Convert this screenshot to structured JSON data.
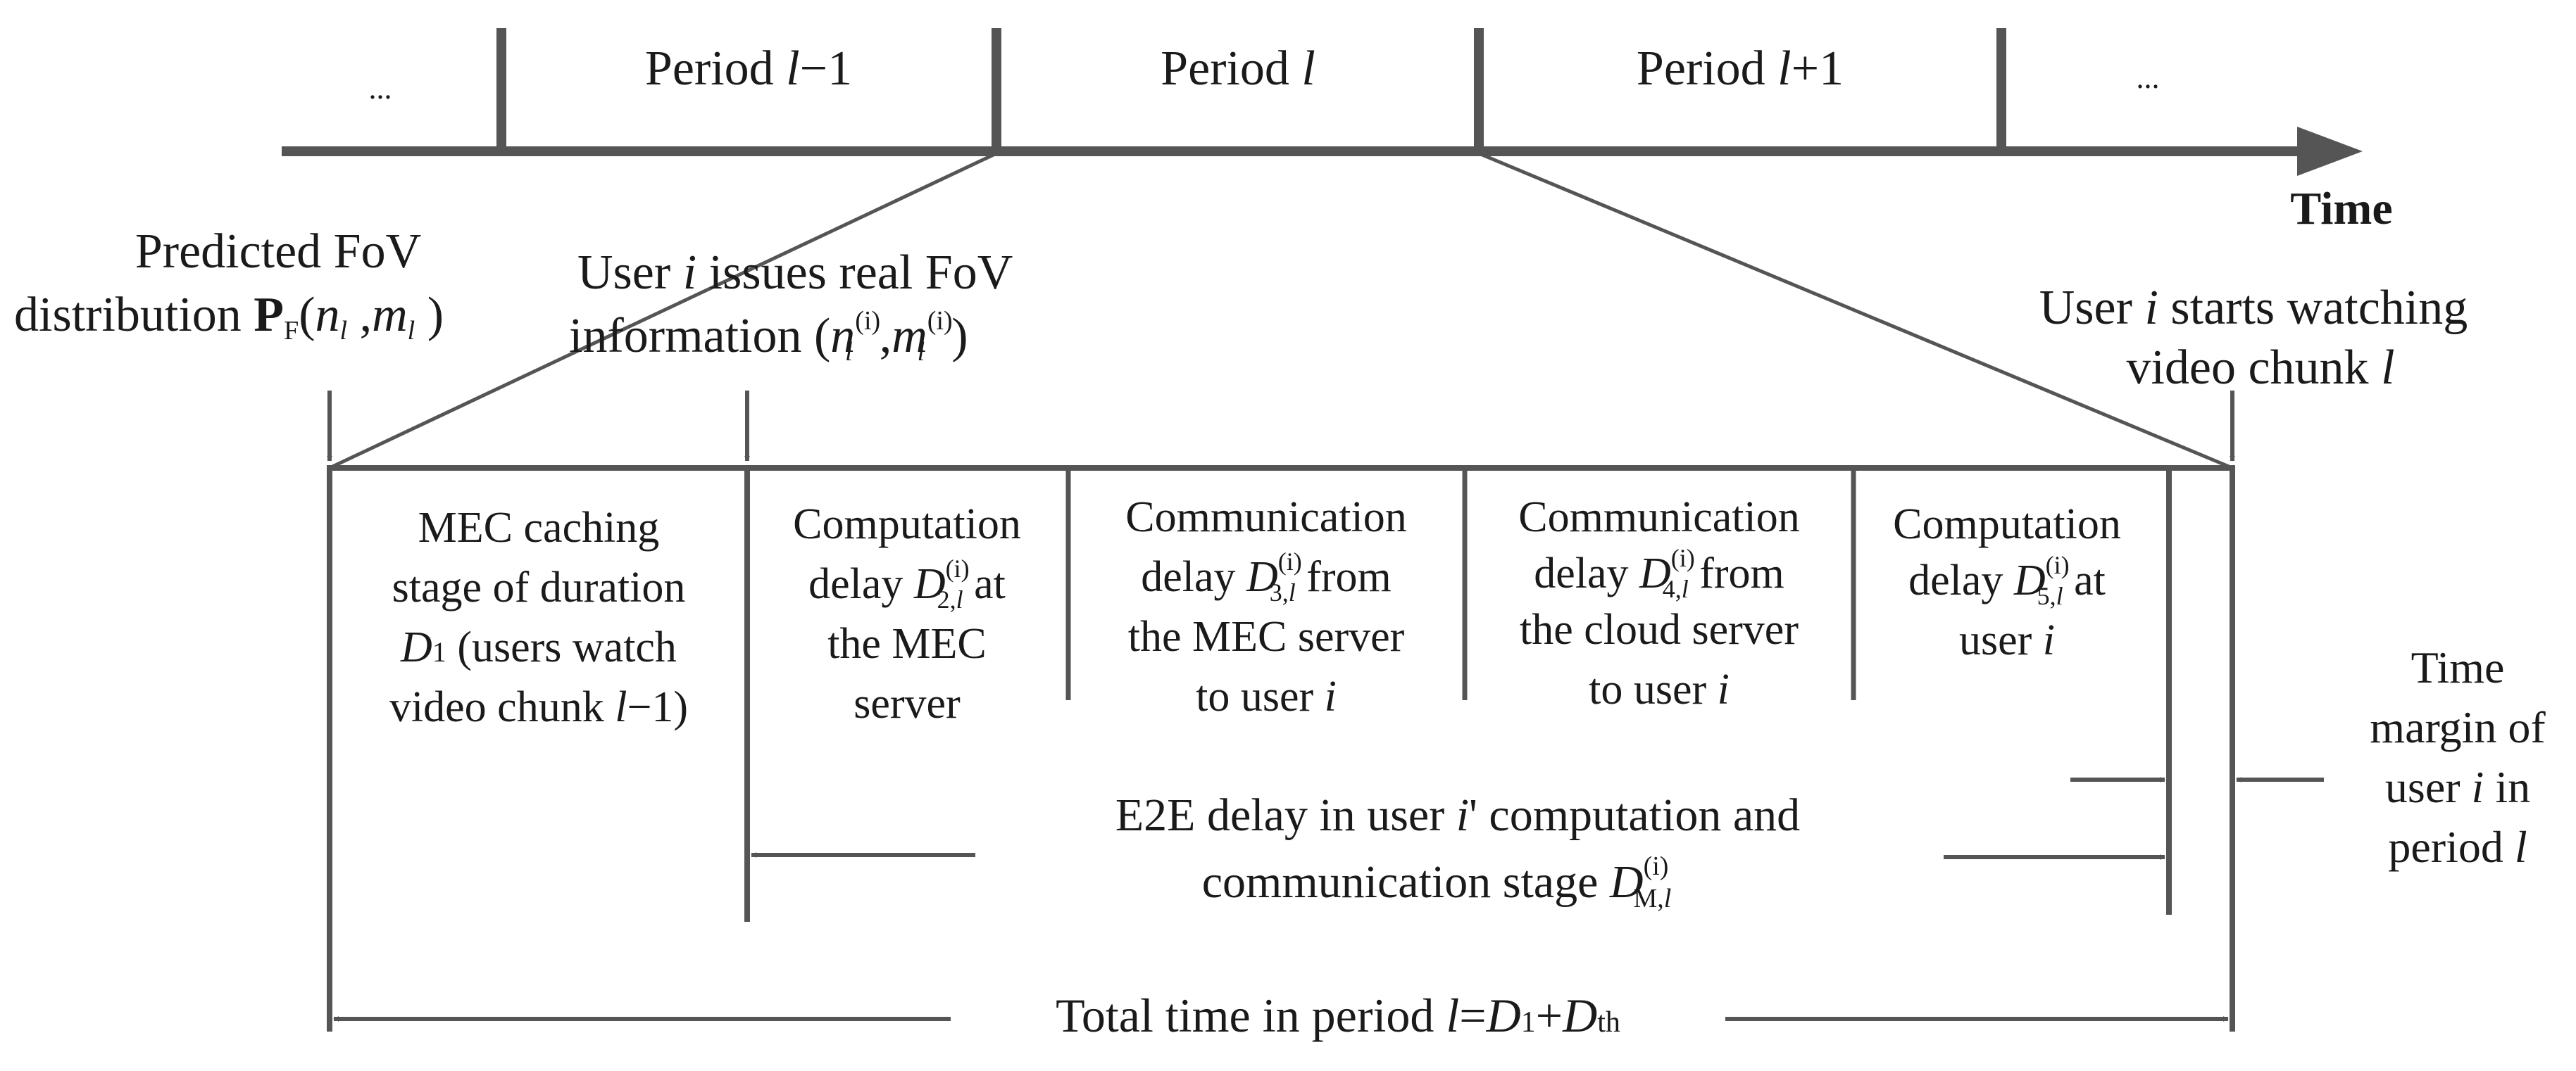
{
  "colors": {
    "line": "#555555",
    "text": "#1a1a1a",
    "background": "#ffffff"
  },
  "timeline": {
    "ellipsis_left": "...",
    "ellipsis_right": "...",
    "period_word": "Period",
    "period_index": "l",
    "minus_one": "−1",
    "plus_one": "+1",
    "axis_label": "Time"
  },
  "annotations": {
    "predicted_line1": "Predicted FoV",
    "predicted_line2_word": "distribution",
    "predicted_P": "P",
    "predicted_F": "F",
    "predicted_args_open": "(",
    "predicted_n": "n",
    "predicted_comma": " ,",
    "predicted_m": "m",
    "predicted_args_close": ")",
    "issues_line1_a": "User ",
    "issues_user_var": "i",
    "issues_line1_b": " issues real FoV",
    "issues_line2_word": "information",
    "issues_tuple_open": "(",
    "issues_n": "n",
    "issues_comma": ",",
    "issues_m": "m",
    "issues_tuple_close": ")",
    "watch_line1_a": "User ",
    "watch_user_var": "i",
    "watch_line1_b": " starts watching",
    "watch_line2_a": "video chunk ",
    "watch_line2_var": "l",
    "margin_line1": "Time",
    "margin_line2": "margin of",
    "margin_line3_a": "user ",
    "margin_line3_var": "i",
    "margin_line3_b": " in",
    "margin_line4_a": "period ",
    "margin_line4_var": "l"
  },
  "stages": {
    "mec_line1": "MEC caching",
    "mec_line2": "stage of duration",
    "mec_line3_D": "D",
    "mec_line3_sub": "1",
    "mec_line3_rest": "(users watch",
    "mec_line4_a": "video chunk ",
    "mec_line4_var": "l",
    "mec_line4_b": "−1)",
    "comp_mec_line1": "Computation",
    "comp_mec_line2_a": "delay ",
    "comp_mec_D": "D",
    "comp_mec_sub": "2,",
    "comp_mec_sup": "(i)",
    "comp_mec_line2_b": "at",
    "comp_mec_line3": "the MEC",
    "comp_mec_line4": "server",
    "comm_mec_line1": "Communication",
    "comm_mec_line2_a": "delay ",
    "comm_mec_D": "D",
    "comm_mec_sub": "3,",
    "comm_mec_sup": "(i)",
    "comm_mec_line2_b": "from",
    "comm_mec_line3": "the MEC server",
    "comm_mec_line4_a": "to user ",
    "comm_mec_line4_var": "i",
    "comm_cloud_line1": "Communication",
    "comm_cloud_line2_a": "delay ",
    "comm_cloud_D": "D",
    "comm_cloud_sub": "4,",
    "comm_cloud_sup": "(i)",
    "comm_cloud_line2_b": "from",
    "comm_cloud_line3": "the cloud server",
    "comm_cloud_line4_a": "to user ",
    "comm_cloud_line4_var": "i",
    "comp_user_line1": "Computation",
    "comp_user_line2_a": "delay ",
    "comp_user_D": "D",
    "comp_user_sub": "5,",
    "comp_user_sup": "(i)",
    "comp_user_line2_b": "at",
    "comp_user_line3_a": "user ",
    "comp_user_line3_var": "i"
  },
  "e2e": {
    "line1_a": "E2E delay in user ",
    "line1_var": "i",
    "line1_b": "' computation and",
    "line2_a": "communication stage ",
    "D": "D",
    "sub": "M,",
    "sup": "(i)"
  },
  "total": {
    "prefix": "Total time in period ",
    "var": "l",
    "eq": "=",
    "D1": "D",
    "D1_sub": "1",
    "plus": "+",
    "Dth": "D",
    "Dth_sub": "th"
  }
}
